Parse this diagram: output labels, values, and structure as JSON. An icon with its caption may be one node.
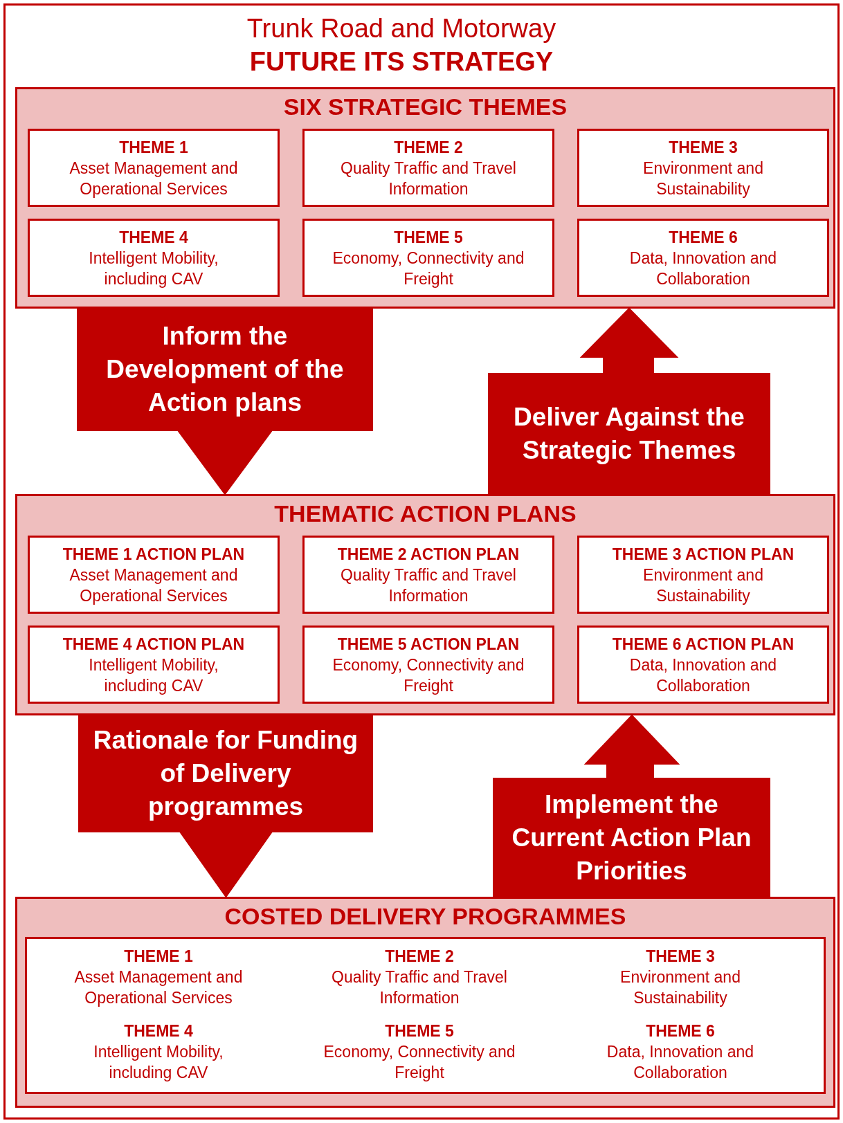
{
  "diagram": {
    "title": "Trunk Road and Motorway",
    "nodes": [
      {
        "text": [
          "SIX STRATEGIC THEMES"
        ]
      },
      {
        "text": [
          "THEME 1",
          "Asset Management and Operational Services"
        ],
        "in": 0
      },
      {
        "text": [
          "THEME 2",
          "Quality Traffic and Travel Information"
        ],
        "in": 0
      },
      {
        "text": [
          "THEME 3",
          "Environment and Sustainability"
        ],
        "in": 0
      },
      {
        "text": [
          "THEME 4",
          "Intelligent Mobility, including CAV"
        ],
        "in": 0
      },
      {
        "text": [
          "THEME 5",
          "Economy, Connectivity and Freight"
        ],
        "in": 0
      },
      {
        "text": [
          "THEME 6",
          "Data, Innovation and Collaboration"
        ],
        "in": 0
      },
      {
        "text": [
          "THEMATIC ACTION PLANS"
        ]
      },
      {
        "text": [
          "THEME 1 ACTION PLAN",
          "Asset Management and Operational Services"
        ],
        "in": 7
      },
      {
        "text": [
          "THEME 2 ACTION PLAN",
          "Quality Traffic and Travel Information"
        ],
        "in": 7
      },
      {
        "text": [
          "THEME 3 ACTION PLAN",
          "Environment and Sustainability"
        ],
        "in": 7
      },
      {
        "text": [
          "THEME 4 ACTION PLAN",
          "Intelligent Mobility, including CAV"
        ],
        "in": 7
      },
      {
        "text": [
          "THEME 5 ACTION PLAN",
          "Economy, Connectivity and Freight"
        ],
        "in": 7
      },
      {
        "text": [
          "THEME 6 ACTION PLAN",
          "Data, Innovation and Collaboration"
        ],
        "in": 7
      },
      {
        "text": [
          "COSTED DELIVERY PROGRAMMES"
        ]
      },
      {
        "text": [
          "THEME 1",
          "Asset Management and Operational Services",
          "THEME 2",
          "Quality Traffic and Travel Information",
          "THEME 3",
          "Environment and Sustainability",
          "THEME 4",
          "Intelligent Mobility, including CAV",
          "THEME 5",
          "Economy, Connectivity and Freight",
          "THEME 6",
          "Data, Innovation and Collaboration"
        ],
        "in": 14
      }
    ],
    "edges": [
      {
        "from": 0,
        "to": 7,
        "arrow": "to",
        "label": "Inform the Development of the Action plans",
        "style": "thick"
      },
      {
        "from": 7,
        "to": 0,
        "arrow": "to",
        "label": "Deliver Against the Strategic Themes",
        "style": "thick"
      },
      {
        "from": 7,
        "to": 14,
        "arrow": "to",
        "label": "Rationale for Funding of Delivery programmes",
        "style": "thick"
      },
      {
        "from": 14,
        "to": 7,
        "arrow": "to",
        "label": "Implement the Current Action Plan Priorities",
        "style": "thick"
      }
    ],
    "labels": [
      "FUTURE ITS STRATEGY"
    ]
  }
}
